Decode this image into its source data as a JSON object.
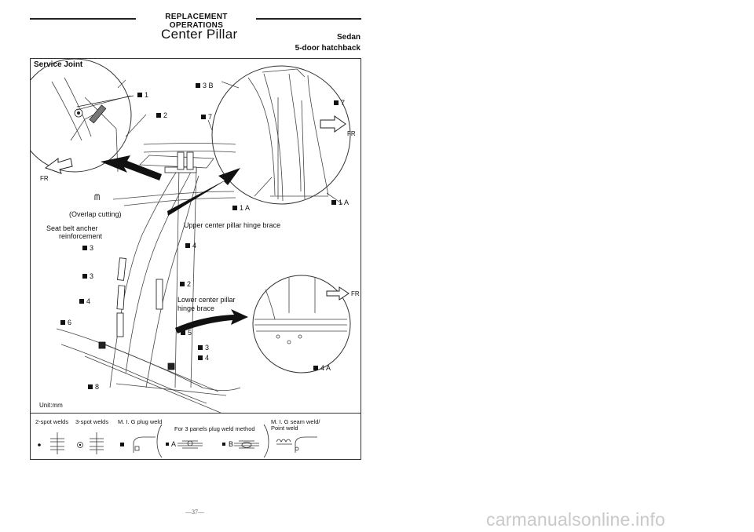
{
  "header": {
    "section": "REPLACEMENT OPERATIONS",
    "title": "Center Pillar",
    "variant_1": "Sedan",
    "variant_2": "5-door hatchback"
  },
  "figure": {
    "box_title": "Service Joint",
    "labels": {
      "l1": "1",
      "l2": "2",
      "l3b": "3 B",
      "l7a": "7",
      "l7b": "7",
      "l1a_a": "1 A",
      "l1a_b": "1 A",
      "overlap": "(Overlap cutting)",
      "seatbelt_1": "Seat belt ancher",
      "seatbelt_2": "reinforcement",
      "upper_brace": "Upper center pillar hinge brace",
      "l3_a": "3",
      "l3_b": "3",
      "l4_a": "4",
      "l4_b": "4",
      "l6": "6",
      "l2_b": "2",
      "lower_brace_1": "Lower center pillar",
      "lower_brace_2": "hinge brace",
      "l5": "5",
      "l3_c": "3",
      "l4_c": "4",
      "l8": "8",
      "l4a": "4 A",
      "fr_1": "FR",
      "fr_2": "FR",
      "fr_3": "FR",
      "unit": "Unit:mm"
    },
    "legend": {
      "two_spot": "2-spot welds",
      "three_spot": "3-spot welds",
      "mig_plug": "M. I. G plug weld",
      "three_panels": "For 3 panels plug weld method",
      "a": "A",
      "b": "B",
      "mig_seam_1": "M. I. G seam weld/",
      "mig_seam_2": "Point weld"
    }
  },
  "page_number": "—37—",
  "watermark": "carmanualsonline.info"
}
